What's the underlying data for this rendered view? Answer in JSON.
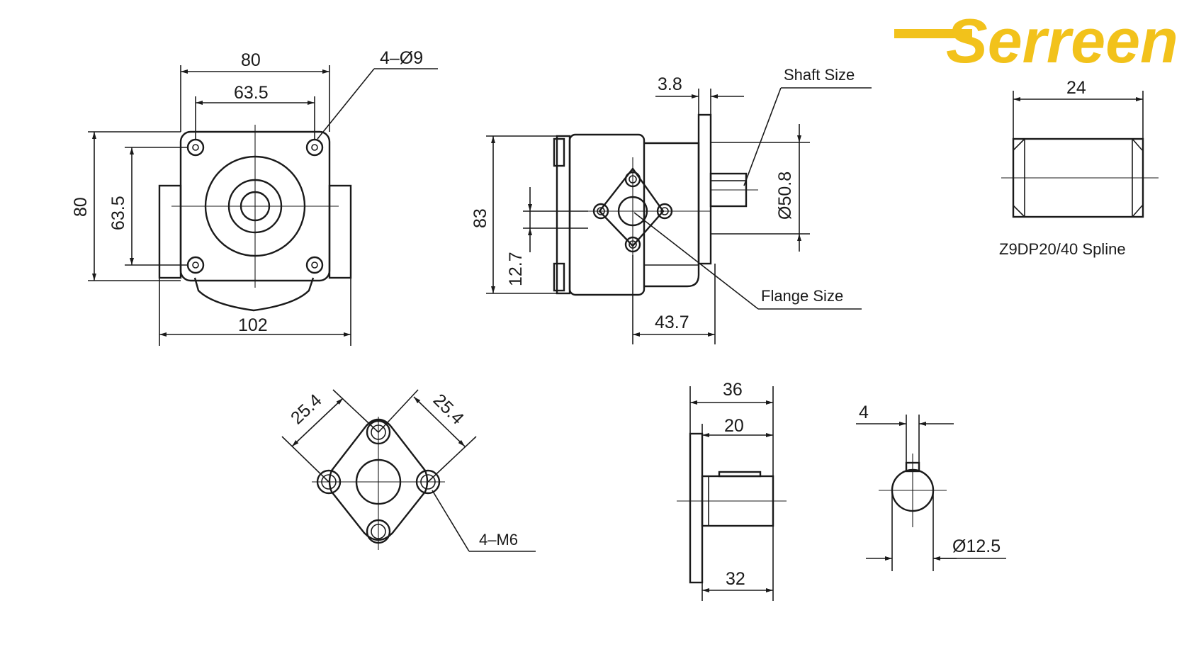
{
  "logo": {
    "text": "Serreen",
    "color": "#f2c21b"
  },
  "front_view": {
    "width_outer": "80",
    "width_holes": "63.5",
    "height_outer": "80",
    "height_holes": "63.5",
    "width_total": "102",
    "holes_label": "4–Ø9"
  },
  "side_view": {
    "offset": "3.8",
    "height": "83",
    "port_height": "12.7",
    "flange_depth": "43.7",
    "shaft_diameter": "Ø50.8",
    "shaft_size_label": "Shaft Size",
    "flange_size_label": "Flange Size"
  },
  "spline_view": {
    "length": "24",
    "caption": "Z9DP20/40 Spline"
  },
  "port_flange": {
    "spacing_a": "25.4",
    "spacing_b": "25.4",
    "thread_label": "4–M6"
  },
  "shaft_side": {
    "total": "36",
    "key_length": "20",
    "shaft_length": "32"
  },
  "shaft_section": {
    "key_width": "4",
    "diameter": "Ø12.5"
  },
  "colors": {
    "line": "#1a1a1a",
    "accent": "#f2c21b",
    "background": "#ffffff"
  }
}
